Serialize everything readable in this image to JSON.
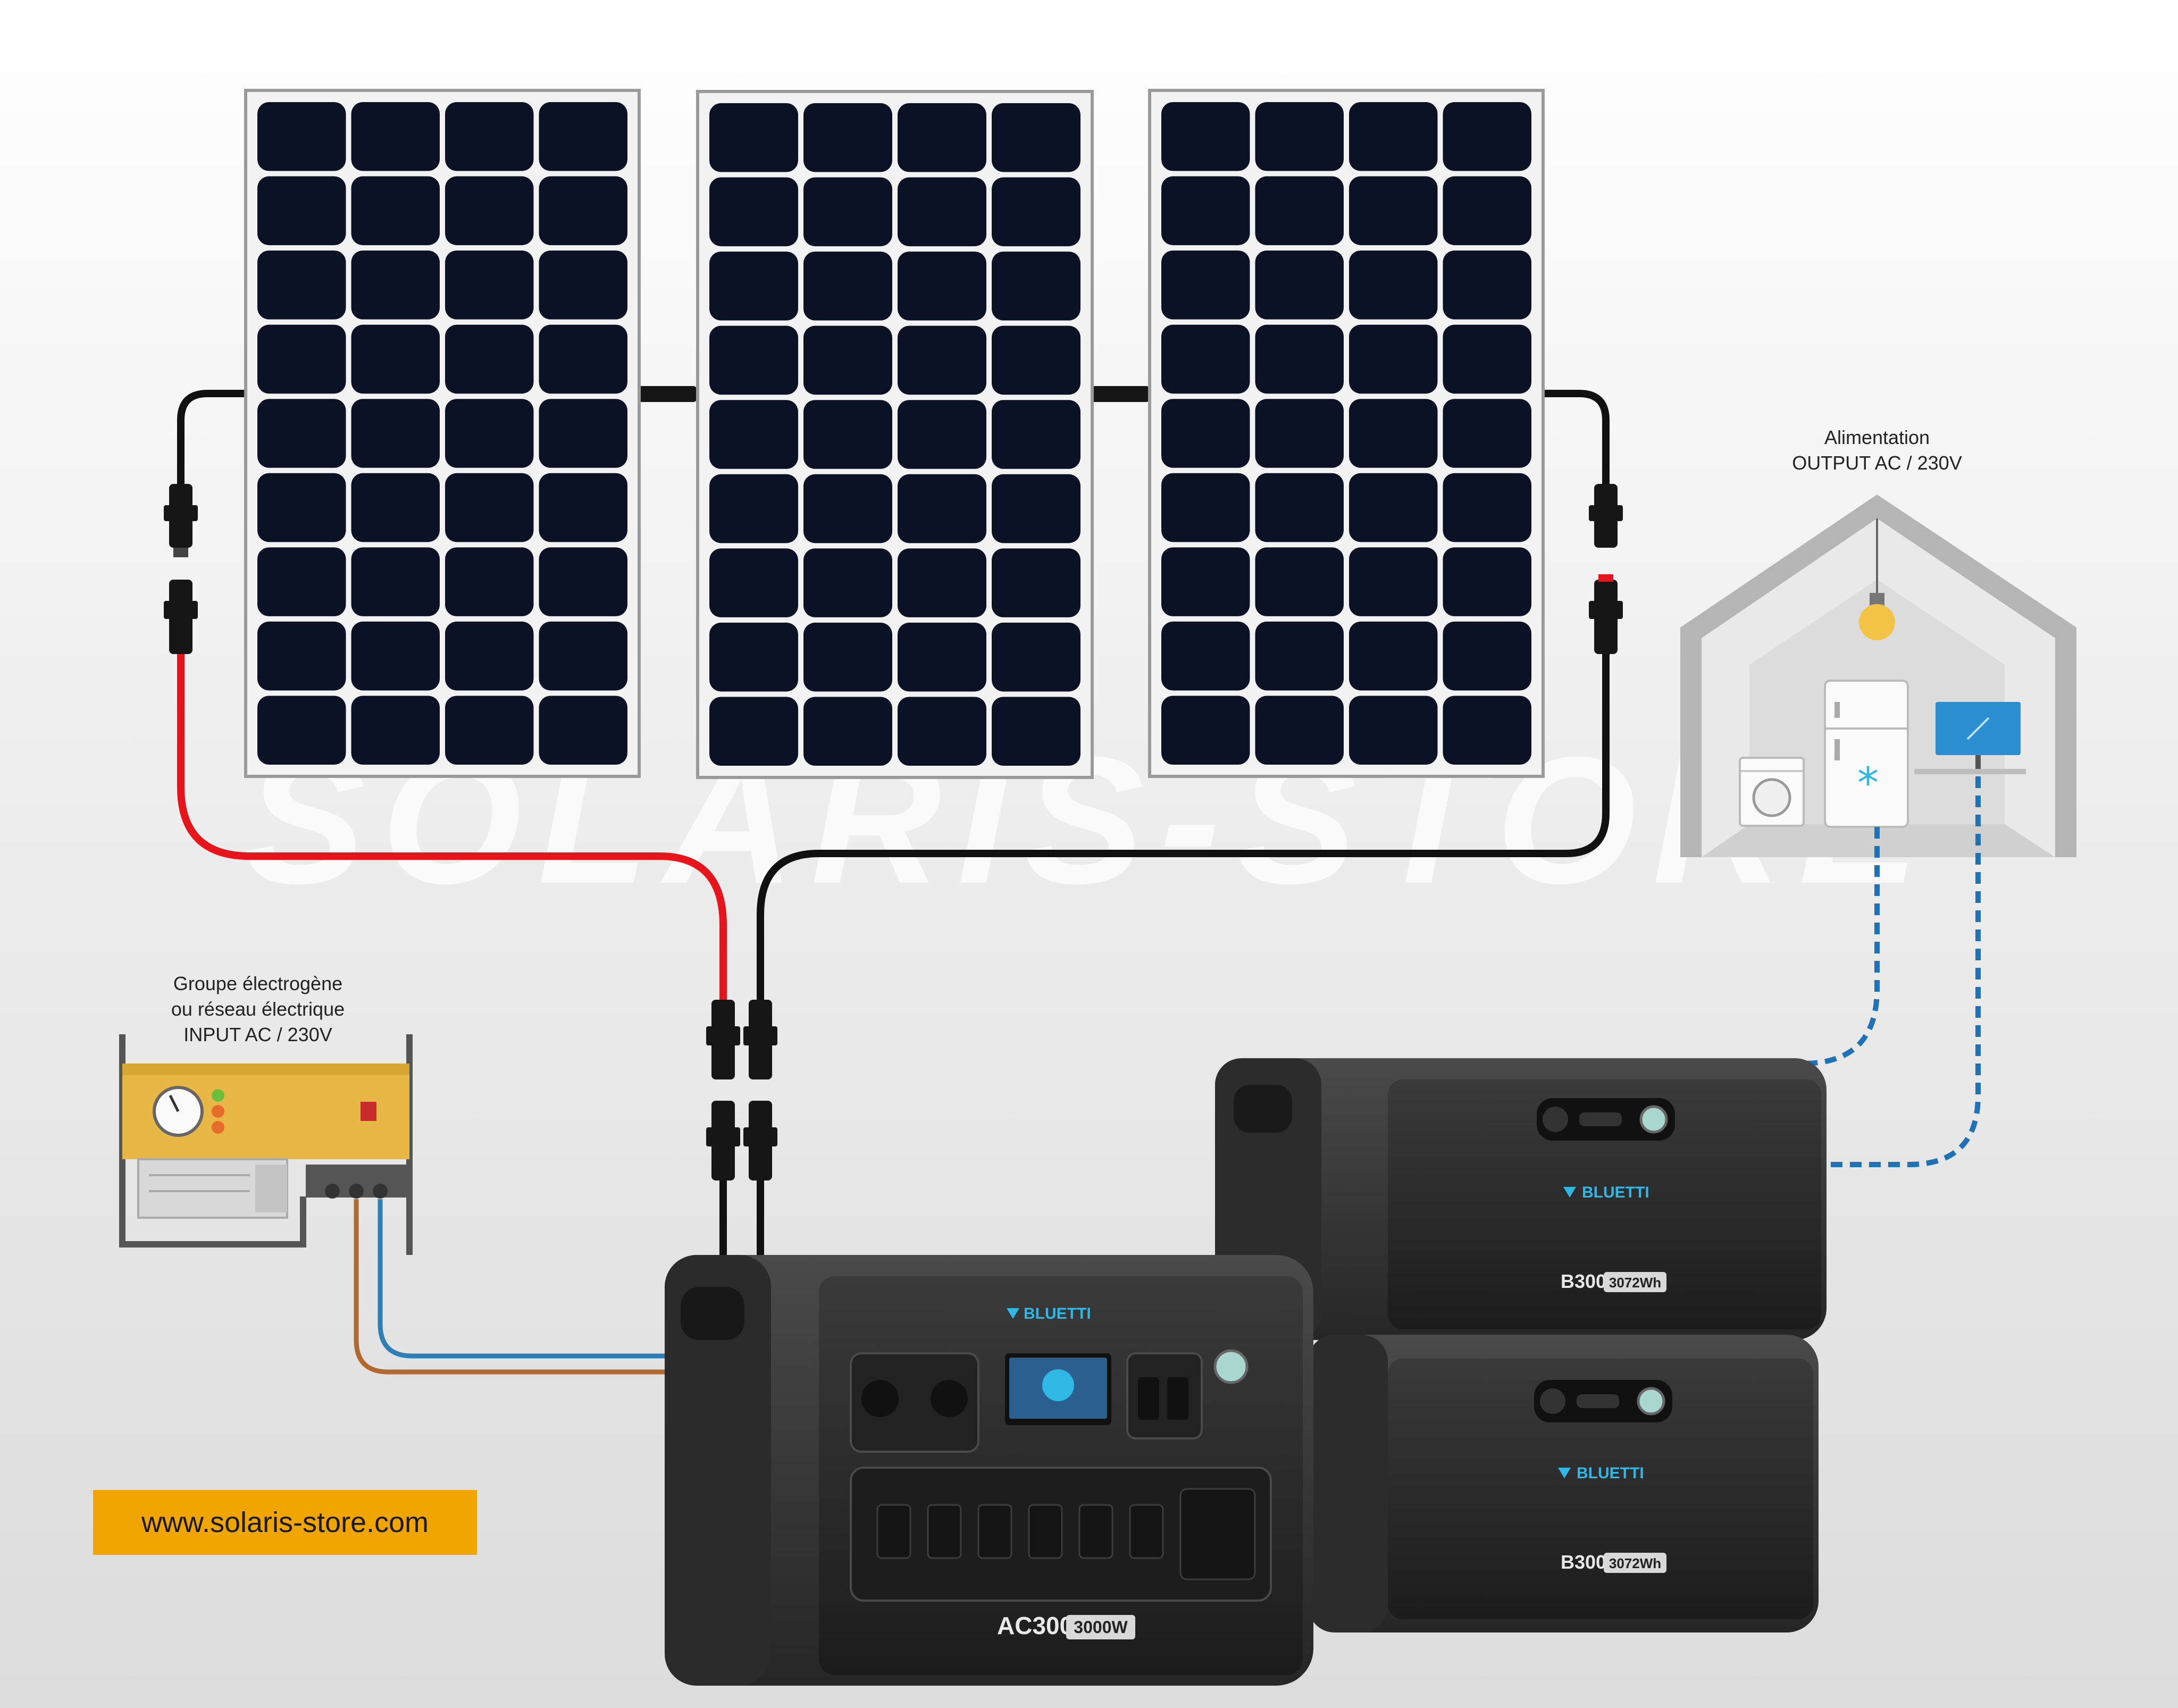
{
  "watermark": "SOLARIS-STORE",
  "house_label": {
    "line1": "Alimentation",
    "line2": "OUTPUT AC / 230V"
  },
  "generator_label": {
    "line1": "Groupe électrogène",
    "line2": "ou réseau électrique",
    "line3": "INPUT AC / 230V"
  },
  "website": "www.solaris-store.com",
  "power_station": {
    "brand": "BLUETTI",
    "model": "AC300",
    "rating": "3000W"
  },
  "batteries": [
    {
      "brand": "BLUETTI",
      "model": "B300",
      "capacity": "3072Wh"
    },
    {
      "brand": "BLUETTI",
      "model": "B300",
      "capacity": "3072Wh"
    }
  ],
  "colors": {
    "positive_cable": "#e8141b",
    "negative_cable": "#111111",
    "output_link": "#1f72b8",
    "ac_live": "#b06a2f",
    "ac_neutral": "#2d7fb6",
    "badge": "#f0a500",
    "panel_cell": "#0b1226"
  },
  "icons": [
    "solar-panel-icon",
    "mc4-connector-icon",
    "generator-icon",
    "house-icon",
    "light-bulb-icon",
    "fridge-icon",
    "washing-machine-icon",
    "monitor-icon"
  ]
}
